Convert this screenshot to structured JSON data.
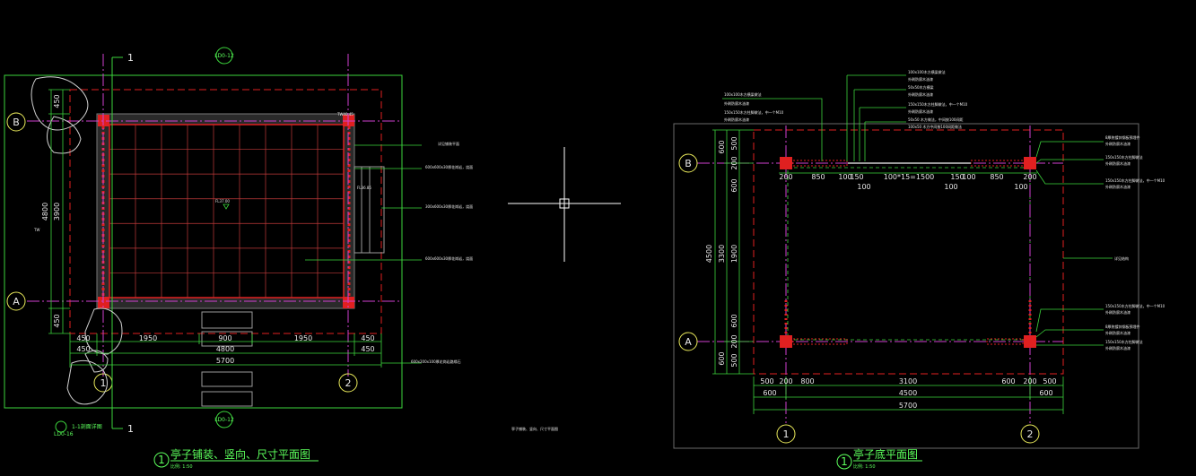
{
  "left_plan": {
    "title": "亭子铺装、竖向、尺寸平面图",
    "title_num": "1",
    "scale": "比例: 1:50",
    "grid_A": "A",
    "grid_B": "B",
    "grid_1": "1",
    "grid_2": "2",
    "section_mark_top": "1",
    "section_mark_bottom": "1",
    "ref_top": "LD0-12",
    "ref_bottom": "LD0-12",
    "ref_left": "LD0-16",
    "ref_left_note": "1-1剖面详图",
    "elev_center": "FL37.00",
    "elev_right": "FL36.85",
    "elev_corner": "TW40.45",
    "side_tag": "TW",
    "dim_bottom_1": [
      "450",
      "1950",
      "900",
      "1950",
      "450"
    ],
    "dim_bottom_2": [
      "450",
      "4800",
      "450"
    ],
    "dim_bottom_3": "5700",
    "dim_left_1": [
      "450",
      "3900",
      "450"
    ],
    "dim_left_2": "4800",
    "notes": [
      "详见铺装平面",
      "600x600x30厚花岗岩，烧面",
      "300x600x30厚花岗岩，烧面",
      "600x600x30厚花岗岩，烧面",
      "600x200x100厚花岗岩路缘石"
    ]
  },
  "middle_label": "亭子铺装、竖向、尺寸平面图",
  "right_plan": {
    "title": "亭子底平面图",
    "title_num": "1",
    "scale": "比例: 1:50",
    "grid_A": "A",
    "grid_B": "B",
    "grid_1": "1",
    "grid_2": "2",
    "dim_top": [
      "200",
      "850",
      "100",
      "150",
      "100",
      "100*15=1500",
      "150",
      "100",
      "100",
      "850",
      "100",
      "200"
    ],
    "dim_bottom_1": [
      "500",
      "200",
      "800",
      "3100",
      "600",
      "200",
      "500"
    ],
    "dim_bottom_2": [
      "600",
      "4500",
      "600"
    ],
    "dim_bottom_3": "5700",
    "dim_left_1": [
      "500",
      "200",
      "600",
      "1900",
      "600",
      "200",
      "500"
    ],
    "dim_left_2": [
      "600",
      "3300",
      "600"
    ],
    "dim_left_3": "4500",
    "notes_top": [
      "100x100木方横梁做法",
      "外刷防腐木油漆",
      "50x50木方横梁",
      "外刷防腐木油漆",
      "150x150木方柱脚做法，中一个M10",
      "外刷防腐木油漆",
      "50x50 木方做法，中间按100间距",
      "外刷防腐木油漆",
      "100x50 木方中间按100间距做法"
    ],
    "notes_right": [
      "8厚热镀锌钢板预埋件",
      "外刷防腐木油漆",
      "150x150木方柱脚做法",
      "外刷防腐木油漆",
      "详见结构",
      "150x150木方柱脚做法，中一个M10",
      "外刷防腐木油漆",
      "8厚热镀锌钢板预埋件",
      "外刷防腐木油漆",
      "150x150木方柱脚做法",
      "外刷防腐木油漆"
    ]
  }
}
